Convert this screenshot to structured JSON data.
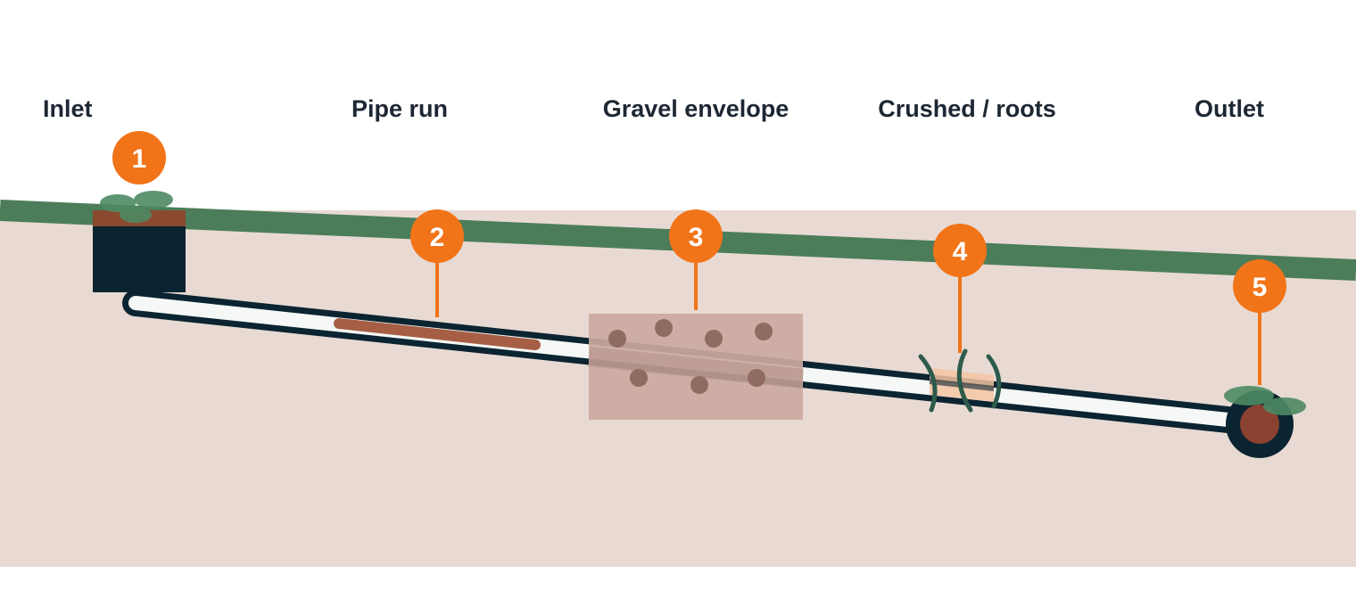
{
  "diagram": {
    "section_labels": [
      {
        "id": "inlet",
        "text": "Inlet"
      },
      {
        "id": "pipe-run",
        "text": "Pipe run"
      },
      {
        "id": "gravel-envelope",
        "text": "Gravel envelope"
      },
      {
        "id": "crushed-roots",
        "text": "Crushed / roots"
      },
      {
        "id": "outlet",
        "text": "Outlet"
      }
    ],
    "markers": [
      {
        "id": "inlet",
        "number": "1"
      },
      {
        "id": "pipe-run",
        "number": "2"
      },
      {
        "id": "gravel-envelope",
        "number": "3"
      },
      {
        "id": "crushed-roots",
        "number": "4"
      },
      {
        "id": "outlet",
        "number": "5"
      }
    ]
  },
  "colors": {
    "soil": "#e8dad3",
    "ground_line": "#4c7d5a",
    "pipe_outline": "#0b2431",
    "pipe_fill": "#f5f8f6",
    "marker": "#f27418",
    "label_text": "#1d2733",
    "sediment": "#a65f44",
    "gravel": "#caa99f",
    "gravel_stone": "#8f6b62",
    "crushed_patch": "#f4c3a1",
    "roots": "#2d5a4b",
    "inlet_box": "#0b2431",
    "inlet_soil": "#8b4a2f",
    "leaf": "#4e8a63",
    "outlet_core": "#8b4130"
  },
  "icons": [
    "drainage-inlet-icon",
    "plant-leaves-icon",
    "root-icon",
    "outlet-pipe-icon"
  ]
}
